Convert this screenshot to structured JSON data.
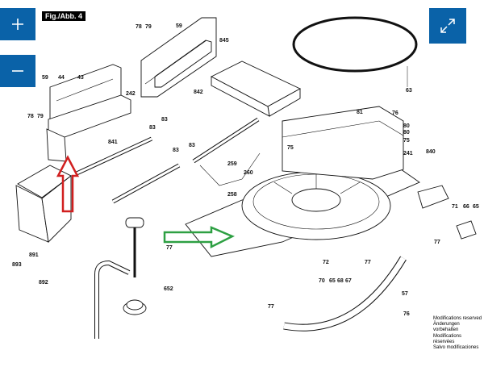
{
  "viewer": {
    "zoom_in_label": "+",
    "zoom_out_label": "−",
    "fullscreen_label": ""
  },
  "figure": {
    "tag": "Fig./Abb. 4",
    "notes": [
      "Modifications reserved",
      "Änderungen vorbehalten",
      "Modifications réservées",
      "Salvo modificaciones"
    ]
  },
  "callouts": [
    {
      "id": "78a",
      "text": "78"
    },
    {
      "id": "79a",
      "text": "79"
    },
    {
      "id": "59a",
      "text": "59"
    },
    {
      "id": "845",
      "text": "845"
    },
    {
      "id": "59b",
      "text": "59"
    },
    {
      "id": "44",
      "text": "44"
    },
    {
      "id": "43",
      "text": "43"
    },
    {
      "id": "242",
      "text": "242"
    },
    {
      "id": "78b",
      "text": "78"
    },
    {
      "id": "79b",
      "text": "79"
    },
    {
      "id": "842",
      "text": "842"
    },
    {
      "id": "63",
      "text": "63"
    },
    {
      "id": "81",
      "text": "81"
    },
    {
      "id": "83a",
      "text": "83"
    },
    {
      "id": "83b",
      "text": "83"
    },
    {
      "id": "841",
      "text": "841"
    },
    {
      "id": "83c",
      "text": "83"
    },
    {
      "id": "83d",
      "text": "83"
    },
    {
      "id": "259",
      "text": "259"
    },
    {
      "id": "260",
      "text": "260"
    },
    {
      "id": "258",
      "text": "258"
    },
    {
      "id": "75",
      "text": "75"
    },
    {
      "id": "76",
      "text": "76"
    },
    {
      "id": "80a",
      "text": "80"
    },
    {
      "id": "80b",
      "text": "80"
    },
    {
      "id": "75b",
      "text": "75"
    },
    {
      "id": "241",
      "text": "241"
    },
    {
      "id": "840",
      "text": "840"
    },
    {
      "id": "71",
      "text": "71"
    },
    {
      "id": "66",
      "text": "66"
    },
    {
      "id": "65a",
      "text": "65"
    },
    {
      "id": "77a",
      "text": "77"
    },
    {
      "id": "891",
      "text": "891"
    },
    {
      "id": "893",
      "text": "893"
    },
    {
      "id": "892",
      "text": "892"
    },
    {
      "id": "77b",
      "text": "77"
    },
    {
      "id": "72",
      "text": "72"
    },
    {
      "id": "77c",
      "text": "77"
    },
    {
      "id": "652",
      "text": "652"
    },
    {
      "id": "70",
      "text": "70"
    },
    {
      "id": "65b",
      "text": "65"
    },
    {
      "id": "68",
      "text": "68"
    },
    {
      "id": "67",
      "text": "67"
    },
    {
      "id": "57",
      "text": "57"
    },
    {
      "id": "77d",
      "text": "77"
    },
    {
      "id": "76b",
      "text": "76"
    }
  ],
  "arrows": {
    "red": "#d11f1f",
    "green": "#2ea043"
  },
  "colors": {
    "accent": "#0a62a8"
  }
}
